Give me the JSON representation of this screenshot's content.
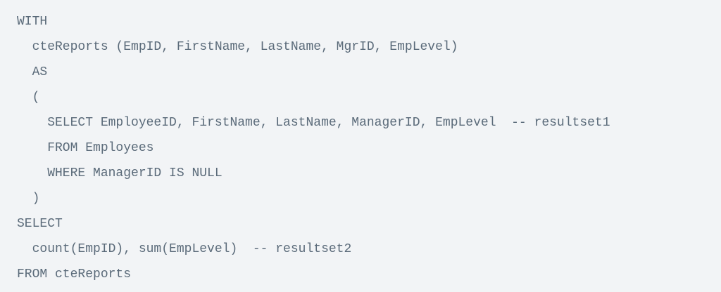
{
  "colors": {
    "background": "#f2f4f6",
    "text": "#5a6a79"
  },
  "code": {
    "lines": [
      "WITH",
      "  cteReports (EmpID, FirstName, LastName, MgrID, EmpLevel)",
      "  AS",
      "  (",
      "    SELECT EmployeeID, FirstName, LastName, ManagerID, EmpLevel  -- resultset1",
      "    FROM Employees",
      "    WHERE ManagerID IS NULL",
      "  )",
      "SELECT",
      "  count(EmpID), sum(EmpLevel)  -- resultset2",
      "FROM cteReports"
    ]
  }
}
